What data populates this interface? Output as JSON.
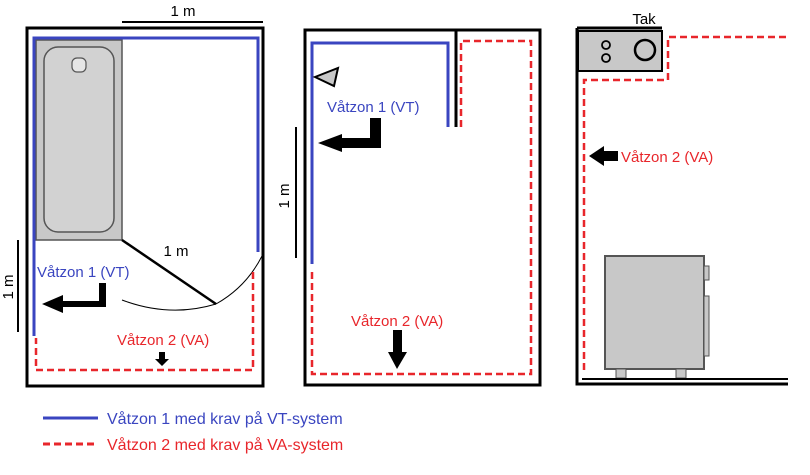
{
  "scale_labels": {
    "top": "1 m",
    "diagonal": "1 m",
    "left_1": "1 m",
    "left_2": "1 m"
  },
  "labels": {
    "p1_vt": "Våtzon 1 (VT)",
    "p1_va": "Våtzon 2 (VA)",
    "p2_vt": "Våtzon 1 (VT)",
    "p2_va": "Våtzon 2 (VA)",
    "p3_va": "Våtzon 2 (VA)",
    "tak": "Tak"
  },
  "legend": {
    "vt": "Våtzon 1 med krav på VT-system",
    "va": "Våtzon 2 med krav på VA-system"
  },
  "colors": {
    "vt": "#3a45c0",
    "va": "#e8262b",
    "wall": "#000000",
    "fixture_fill": "#c8c8c8",
    "fixture_stroke": "#555555"
  }
}
